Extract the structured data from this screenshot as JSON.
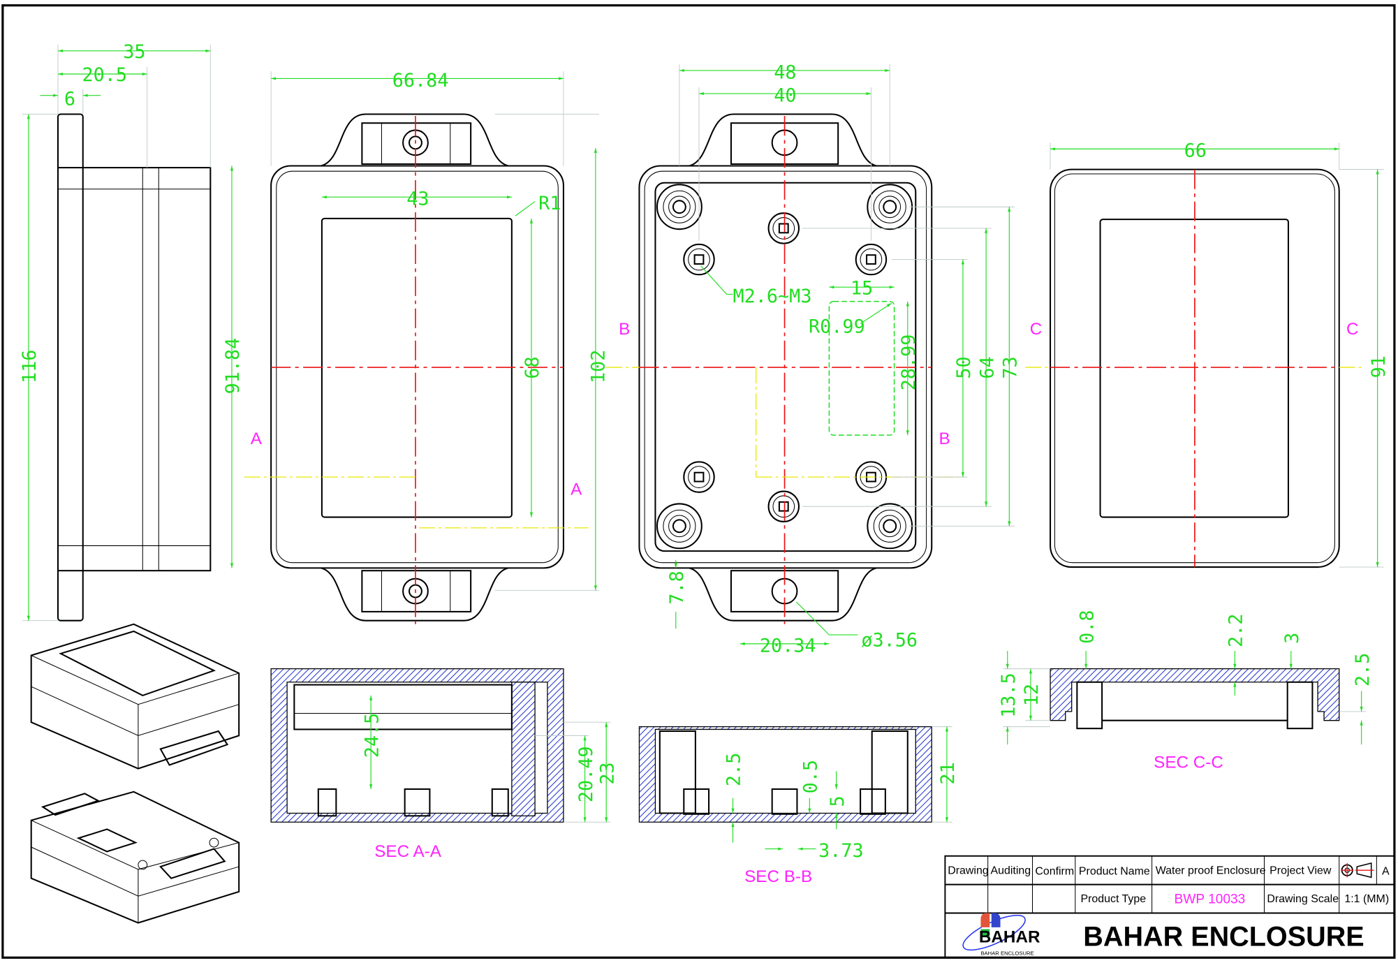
{
  "side_view": {
    "dims": [
      "35",
      "20.5",
      "6",
      "116"
    ]
  },
  "front_view": {
    "dims": [
      "66.84",
      "43",
      "R1",
      "91.84",
      "68",
      "102"
    ],
    "section_marks": [
      "A",
      "A"
    ]
  },
  "back_view": {
    "dims": [
      "48",
      "40",
      "M2.6~M3",
      "15",
      "R0.99",
      "28.99",
      "50",
      "64",
      "73",
      "7.8",
      "20.34",
      "ø3.56"
    ],
    "section_marks": [
      "B",
      "B"
    ]
  },
  "right_view": {
    "dims": [
      "66",
      "91"
    ],
    "section_marks": [
      "C",
      "C"
    ]
  },
  "sec_aa": {
    "label": "SEC A-A",
    "dims": [
      "24.5",
      "20.49",
      "23"
    ]
  },
  "sec_bb": {
    "label": "SEC B-B",
    "dims": [
      "2.5",
      "0.5",
      "5",
      "3.73",
      "21"
    ]
  },
  "sec_cc": {
    "label": "SEC C-C",
    "dims": [
      "0.8",
      "2.2",
      "3",
      "13.5",
      "12",
      "2.5"
    ]
  },
  "title_block": {
    "drawing": "Drawing",
    "auditing": "Auditing",
    "confirm": "Confirm",
    "product_name_label": "Product Name",
    "product_name": "Water proof Enclosure",
    "project_view_label": "Project View",
    "revision": "A",
    "product_type_label": "Product Type",
    "product_type": "BWP 10033",
    "scale_label": "Drawing Scale",
    "scale": "1:1 (MM)",
    "logo_text": "BAHAR",
    "logo_sub": "BAHAR ENCLOSURE",
    "company": "BAHAR  ENCLOSURE"
  },
  "colors": {
    "dimension": "#22dd22",
    "centerline": "#ee1111",
    "section_label": "#ff22ff",
    "hatch": "#2233cc"
  }
}
